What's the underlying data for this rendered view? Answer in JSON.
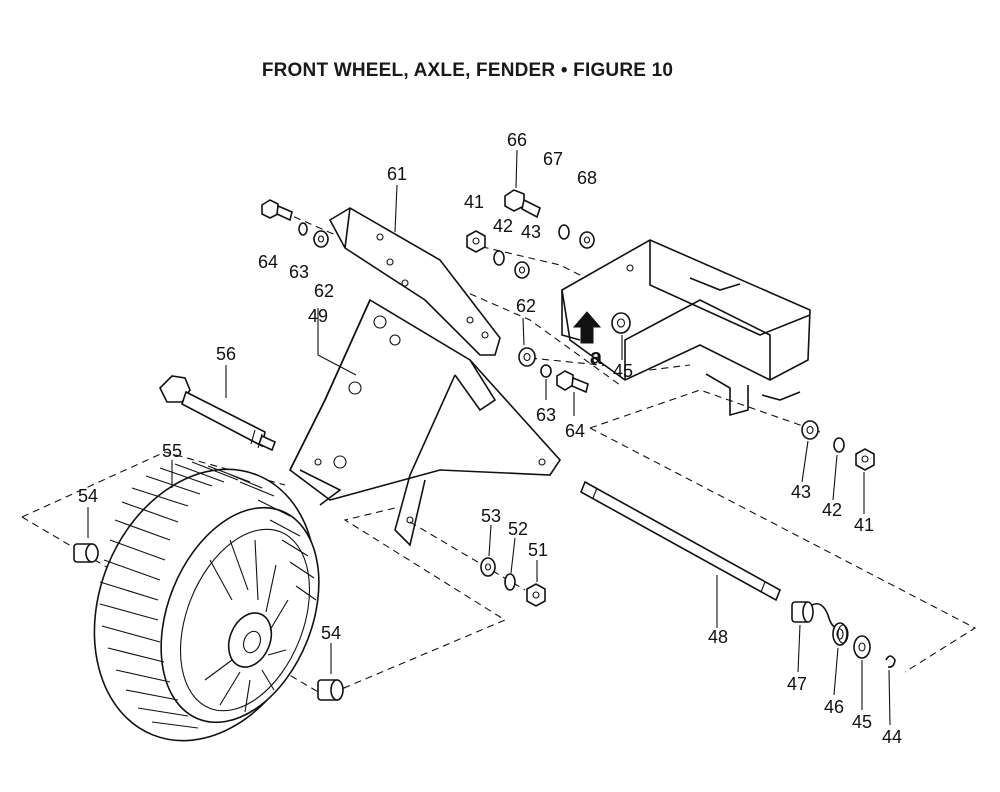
{
  "title": "FRONT WHEEL, AXLE, FENDER  •  FIGURE 10",
  "view_marker": "a",
  "callouts": [
    {
      "id": "c66",
      "label": "66"
    },
    {
      "id": "c67",
      "label": "67"
    },
    {
      "id": "c68",
      "label": "68"
    },
    {
      "id": "c61",
      "label": "61"
    },
    {
      "id": "c41a",
      "label": "41"
    },
    {
      "id": "c42a",
      "label": "42"
    },
    {
      "id": "c43a",
      "label": "43"
    },
    {
      "id": "c64a",
      "label": "64"
    },
    {
      "id": "c63a",
      "label": "63"
    },
    {
      "id": "c62a",
      "label": "62"
    },
    {
      "id": "c49",
      "label": "49"
    },
    {
      "id": "c62b",
      "label": "62"
    },
    {
      "id": "c45a",
      "label": "45"
    },
    {
      "id": "c56",
      "label": "56"
    },
    {
      "id": "c63b",
      "label": "63"
    },
    {
      "id": "c64b",
      "label": "64"
    },
    {
      "id": "c55",
      "label": "55"
    },
    {
      "id": "c43b",
      "label": "43"
    },
    {
      "id": "c42b",
      "label": "42"
    },
    {
      "id": "c41b",
      "label": "41"
    },
    {
      "id": "c54a",
      "label": "54"
    },
    {
      "id": "c53",
      "label": "53"
    },
    {
      "id": "c52",
      "label": "52"
    },
    {
      "id": "c51",
      "label": "51"
    },
    {
      "id": "c54b",
      "label": "54"
    },
    {
      "id": "c48",
      "label": "48"
    },
    {
      "id": "c47",
      "label": "47"
    },
    {
      "id": "c46",
      "label": "46"
    },
    {
      "id": "c45b",
      "label": "45"
    },
    {
      "id": "c44",
      "label": "44"
    }
  ]
}
